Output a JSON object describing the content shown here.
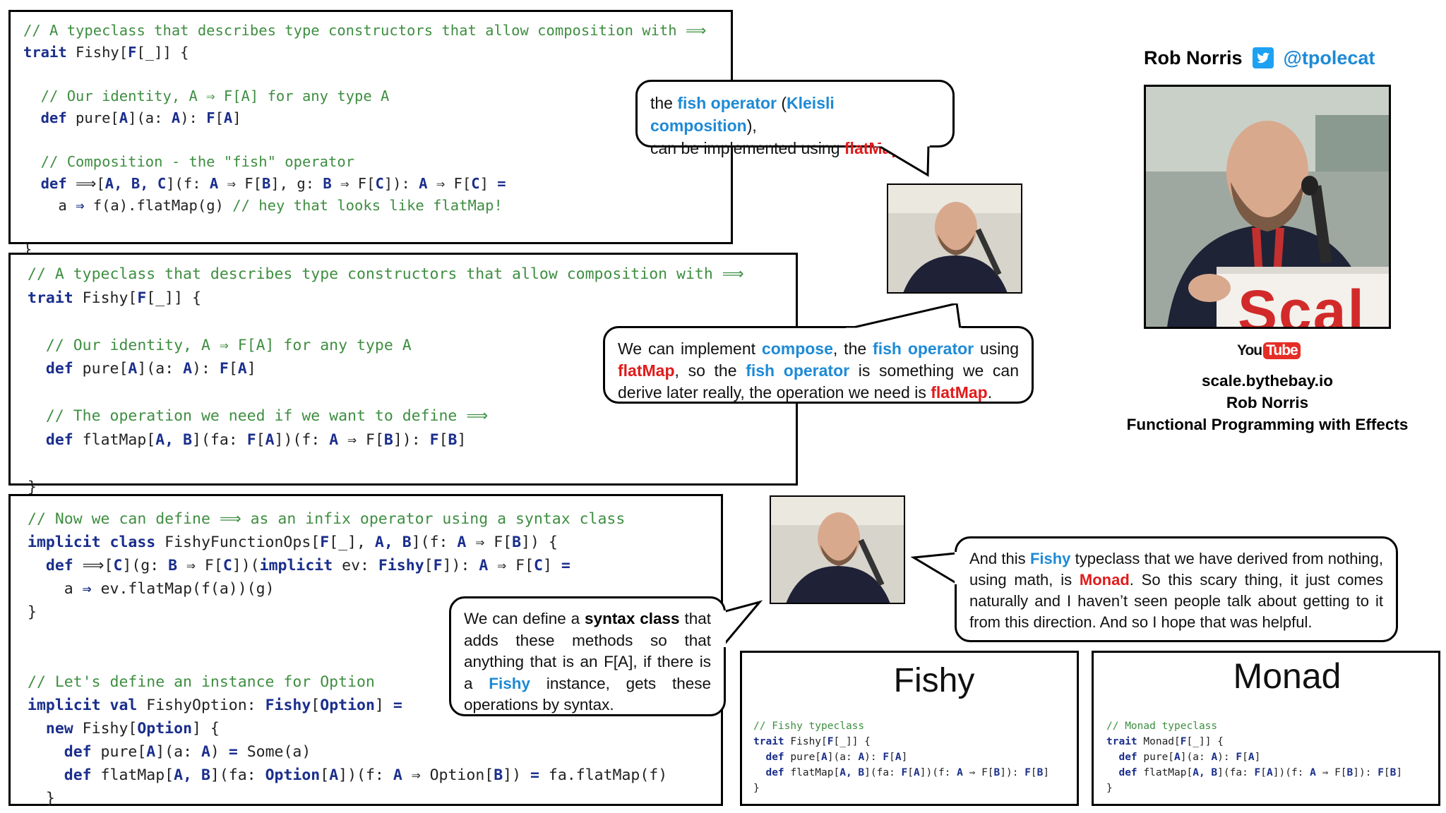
{
  "panel1": {
    "lines": [
      [
        [
          "cmt",
          "// A typeclass that describes type constructors that allow composition with ⟹"
        ]
      ],
      [
        [
          "kw",
          "trait"
        ],
        [
          "pl",
          " Fishy["
        ],
        [
          "ty",
          "F"
        ],
        [
          "pl",
          "[_]] {"
        ]
      ],
      [],
      [
        [
          "cmt",
          "  // Our identity, A ⇒ F[A] for any type A"
        ]
      ],
      [
        [
          "kw",
          "  def"
        ],
        [
          "pl",
          " pure["
        ],
        [
          "ty",
          "A"
        ],
        [
          "pl",
          "](a: "
        ],
        [
          "ty",
          "A"
        ],
        [
          "pl",
          "): "
        ],
        [
          "ty",
          "F"
        ],
        [
          "pl",
          "["
        ],
        [
          "ty",
          "A"
        ],
        [
          "pl",
          "]"
        ]
      ],
      [],
      [
        [
          "cmt",
          "  // Composition - the \"fish\" operator"
        ]
      ],
      [
        [
          "kw",
          "  def"
        ],
        [
          "pl",
          " ⟹["
        ],
        [
          "ty",
          "A, B, C"
        ],
        [
          "pl",
          "](f: "
        ],
        [
          "ty",
          "A"
        ],
        [
          "pl",
          " ⇒ F["
        ],
        [
          "ty",
          "B"
        ],
        [
          "pl",
          "], g: "
        ],
        [
          "ty",
          "B"
        ],
        [
          "pl",
          " ⇒ F["
        ],
        [
          "ty",
          "C"
        ],
        [
          "pl",
          "]): "
        ],
        [
          "ty",
          "A"
        ],
        [
          "pl",
          " ⇒ F["
        ],
        [
          "ty",
          "C"
        ],
        [
          "pl",
          "] "
        ],
        [
          "kw",
          "="
        ]
      ],
      [
        [
          "pl",
          "    a "
        ],
        [
          "kw",
          "⇒"
        ],
        [
          "pl",
          " f(a).flatMap(g) "
        ],
        [
          "cmt",
          "// hey that looks like flatMap!"
        ]
      ],
      [],
      [
        [
          "pl",
          "}"
        ]
      ]
    ]
  },
  "panel2": {
    "lines": [
      [
        [
          "cmt",
          "// A typeclass that describes type constructors that allow composition with ⟹"
        ]
      ],
      [
        [
          "kw",
          "trait"
        ],
        [
          "pl",
          " Fishy["
        ],
        [
          "ty",
          "F"
        ],
        [
          "pl",
          "[_]] {"
        ]
      ],
      [],
      [
        [
          "cmt",
          "  // Our identity, A ⇒ F[A] for any type A"
        ]
      ],
      [
        [
          "kw",
          "  def"
        ],
        [
          "pl",
          " pure["
        ],
        [
          "ty",
          "A"
        ],
        [
          "pl",
          "](a: "
        ],
        [
          "ty",
          "A"
        ],
        [
          "pl",
          "): "
        ],
        [
          "ty",
          "F"
        ],
        [
          "pl",
          "["
        ],
        [
          "ty",
          "A"
        ],
        [
          "pl",
          "]"
        ]
      ],
      [],
      [
        [
          "cmt",
          "  // The operation we need if we want to define ⟹"
        ]
      ],
      [
        [
          "kw",
          "  def"
        ],
        [
          "pl",
          " flatMap["
        ],
        [
          "ty",
          "A, B"
        ],
        [
          "pl",
          "](fa: "
        ],
        [
          "ty",
          "F"
        ],
        [
          "pl",
          "["
        ],
        [
          "ty",
          "A"
        ],
        [
          "pl",
          "])(f: "
        ],
        [
          "ty",
          "A"
        ],
        [
          "pl",
          " ⇒ F["
        ],
        [
          "ty",
          "B"
        ],
        [
          "pl",
          "]): "
        ],
        [
          "ty",
          "F"
        ],
        [
          "pl",
          "["
        ],
        [
          "ty",
          "B"
        ],
        [
          "pl",
          "]"
        ]
      ],
      [],
      [
        [
          "pl",
          "}"
        ]
      ]
    ]
  },
  "panel3": {
    "lines": [
      [
        [
          "cmt",
          "// Now we can define ⟹ as an infix operator using a syntax class"
        ]
      ],
      [
        [
          "kw",
          "implicit class"
        ],
        [
          "pl",
          " FishyFunctionOps["
        ],
        [
          "ty",
          "F"
        ],
        [
          "pl",
          "[_], "
        ],
        [
          "ty",
          "A, B"
        ],
        [
          "pl",
          "](f: "
        ],
        [
          "ty",
          "A"
        ],
        [
          "pl",
          " ⇒ F["
        ],
        [
          "ty",
          "B"
        ],
        [
          "pl",
          "]) {"
        ]
      ],
      [
        [
          "kw",
          "  def"
        ],
        [
          "pl",
          " ⟹["
        ],
        [
          "ty",
          "C"
        ],
        [
          "pl",
          "](g: "
        ],
        [
          "ty",
          "B"
        ],
        [
          "pl",
          " ⇒ F["
        ],
        [
          "ty",
          "C"
        ],
        [
          "pl",
          "])("
        ],
        [
          "kw",
          "implicit"
        ],
        [
          "pl",
          " ev: "
        ],
        [
          "ty",
          "Fishy"
        ],
        [
          "pl",
          "["
        ],
        [
          "ty",
          "F"
        ],
        [
          "pl",
          "]): "
        ],
        [
          "ty",
          "A"
        ],
        [
          "pl",
          " ⇒ F["
        ],
        [
          "ty",
          "C"
        ],
        [
          "pl",
          "] "
        ],
        [
          "kw",
          "="
        ]
      ],
      [
        [
          "pl",
          "    a "
        ],
        [
          "kw",
          "⇒"
        ],
        [
          "pl",
          " ev.flatMap(f(a))(g)"
        ]
      ],
      [
        [
          "pl",
          "}"
        ]
      ],
      [],
      [],
      [
        [
          "cmt",
          "// Let's define an instance for Option"
        ]
      ],
      [
        [
          "kw",
          "implicit val"
        ],
        [
          "pl",
          " FishyOption: "
        ],
        [
          "ty",
          "Fishy"
        ],
        [
          "pl",
          "["
        ],
        [
          "ty",
          "Option"
        ],
        [
          "pl",
          "] "
        ],
        [
          "kw",
          "="
        ]
      ],
      [
        [
          "kw",
          "  new"
        ],
        [
          "pl",
          " Fishy["
        ],
        [
          "ty",
          "Option"
        ],
        [
          "pl",
          "] {"
        ]
      ],
      [
        [
          "kw",
          "    def"
        ],
        [
          "pl",
          " pure["
        ],
        [
          "ty",
          "A"
        ],
        [
          "pl",
          "](a: "
        ],
        [
          "ty",
          "A"
        ],
        [
          "pl",
          ") "
        ],
        [
          "kw",
          "="
        ],
        [
          "pl",
          " Some(a)"
        ]
      ],
      [
        [
          "kw",
          "    def"
        ],
        [
          "pl",
          " flatMap["
        ],
        [
          "ty",
          "A, B"
        ],
        [
          "pl",
          "](fa: "
        ],
        [
          "ty",
          "Option"
        ],
        [
          "pl",
          "["
        ],
        [
          "ty",
          "A"
        ],
        [
          "pl",
          "])(f: "
        ],
        [
          "ty",
          "A"
        ],
        [
          "pl",
          " ⇒ Option["
        ],
        [
          "ty",
          "B"
        ],
        [
          "pl",
          "]) "
        ],
        [
          "kw",
          "="
        ],
        [
          "pl",
          " fa.flatMap(f)"
        ]
      ],
      [
        [
          "pl",
          "  }"
        ]
      ]
    ]
  },
  "fishy_card": {
    "title": "Fishy",
    "lines": [
      [
        [
          "cmt",
          "// Fishy typeclass"
        ]
      ],
      [
        [
          "kw",
          "trait"
        ],
        [
          "pl",
          " Fishy["
        ],
        [
          "ty",
          "F"
        ],
        [
          "pl",
          "[_]] {"
        ]
      ],
      [
        [
          "kw",
          "  def"
        ],
        [
          "pl",
          " pure["
        ],
        [
          "ty",
          "A"
        ],
        [
          "pl",
          "](a: "
        ],
        [
          "ty",
          "A"
        ],
        [
          "pl",
          "): "
        ],
        [
          "ty",
          "F"
        ],
        [
          "pl",
          "["
        ],
        [
          "ty",
          "A"
        ],
        [
          "pl",
          "]"
        ]
      ],
      [
        [
          "kw",
          "  def"
        ],
        [
          "pl",
          " flatMap["
        ],
        [
          "ty",
          "A, B"
        ],
        [
          "pl",
          "](fa: "
        ],
        [
          "ty",
          "F"
        ],
        [
          "pl",
          "["
        ],
        [
          "ty",
          "A"
        ],
        [
          "pl",
          "])(f: "
        ],
        [
          "ty",
          "A"
        ],
        [
          "pl",
          " ⇒ F["
        ],
        [
          "ty",
          "B"
        ],
        [
          "pl",
          "]): "
        ],
        [
          "ty",
          "F"
        ],
        [
          "pl",
          "["
        ],
        [
          "ty",
          "B"
        ],
        [
          "pl",
          "]"
        ]
      ],
      [
        [
          "pl",
          "}"
        ]
      ]
    ]
  },
  "monad_card": {
    "title": "Monad",
    "lines": [
      [
        [
          "cmt",
          "// Monad typeclass"
        ]
      ],
      [
        [
          "kw",
          "trait"
        ],
        [
          "pl",
          " Monad["
        ],
        [
          "ty",
          "F"
        ],
        [
          "pl",
          "[_]] {"
        ]
      ],
      [
        [
          "kw",
          "  def"
        ],
        [
          "pl",
          " pure["
        ],
        [
          "ty",
          "A"
        ],
        [
          "pl",
          "](a: "
        ],
        [
          "ty",
          "A"
        ],
        [
          "pl",
          "): "
        ],
        [
          "ty",
          "F"
        ],
        [
          "pl",
          "["
        ],
        [
          "ty",
          "A"
        ],
        [
          "pl",
          "]"
        ]
      ],
      [
        [
          "kw",
          "  def"
        ],
        [
          "pl",
          " flatMap["
        ],
        [
          "ty",
          "A, B"
        ],
        [
          "pl",
          "](fa: "
        ],
        [
          "ty",
          "F"
        ],
        [
          "pl",
          "["
        ],
        [
          "ty",
          "A"
        ],
        [
          "pl",
          "])(f: "
        ],
        [
          "ty",
          "A"
        ],
        [
          "pl",
          " ⇒ F["
        ],
        [
          "ty",
          "B"
        ],
        [
          "pl",
          "]): "
        ],
        [
          "ty",
          "F"
        ],
        [
          "pl",
          "["
        ],
        [
          "ty",
          "B"
        ],
        [
          "pl",
          "]"
        ]
      ],
      [
        [
          "pl",
          "}"
        ]
      ]
    ]
  },
  "bubble1": [
    [
      "n",
      "the "
    ],
    [
      "blue",
      "fish operator"
    ],
    [
      "n",
      " ("
    ],
    [
      "blue",
      "Kleisli composition"
    ],
    [
      "n",
      "),"
    ],
    [
      "br",
      ""
    ],
    [
      "n",
      "can be implemented using "
    ],
    [
      "red",
      "flatMap"
    ],
    [
      "n",
      "."
    ]
  ],
  "bubble2": [
    [
      "n",
      "We can implement "
    ],
    [
      "blue",
      "compose"
    ],
    [
      "n",
      ", the "
    ],
    [
      "blue",
      "fish operator"
    ],
    [
      "n",
      " using "
    ],
    [
      "red",
      "flatMap"
    ],
    [
      "n",
      ", so the "
    ],
    [
      "blue",
      "fish operator"
    ],
    [
      "n",
      " is something we can derive later really, the operation we need is "
    ],
    [
      "red",
      "flatMap"
    ],
    [
      "n",
      "."
    ]
  ],
  "bubble3": [
    [
      "n",
      "We can define a "
    ],
    [
      "bold",
      "syntax class"
    ],
    [
      "n",
      " that adds these methods so that anything that is an F[A], if there is a "
    ],
    [
      "blue",
      "Fishy"
    ],
    [
      "n",
      " instance, gets these operations by syntax."
    ]
  ],
  "bubble4": [
    [
      "n",
      "And this "
    ],
    [
      "blue",
      "Fishy"
    ],
    [
      "n",
      " typeclass that we have derived from nothing, using math, is "
    ],
    [
      "red",
      "Monad"
    ],
    [
      "n",
      ". So this scary thing, it just comes naturally and I haven’t seen people talk about getting to it from this direction. And so I hope that was helpful."
    ]
  ],
  "speaker": {
    "name": "Rob Norris",
    "handle": "@tpolecat",
    "youtube_you": "You",
    "youtube_tube": "Tube",
    "site": "scale.bythebay.io",
    "name2": "Rob Norris",
    "talk": "Functional Programming with Effects",
    "banner_text": "Scal"
  },
  "colors": {
    "comment": "#3e8e41",
    "keyword": "#1a2e8c",
    "blue": "#1e8ad6",
    "red": "#e01b1b",
    "twitter": "#1da1f2"
  }
}
